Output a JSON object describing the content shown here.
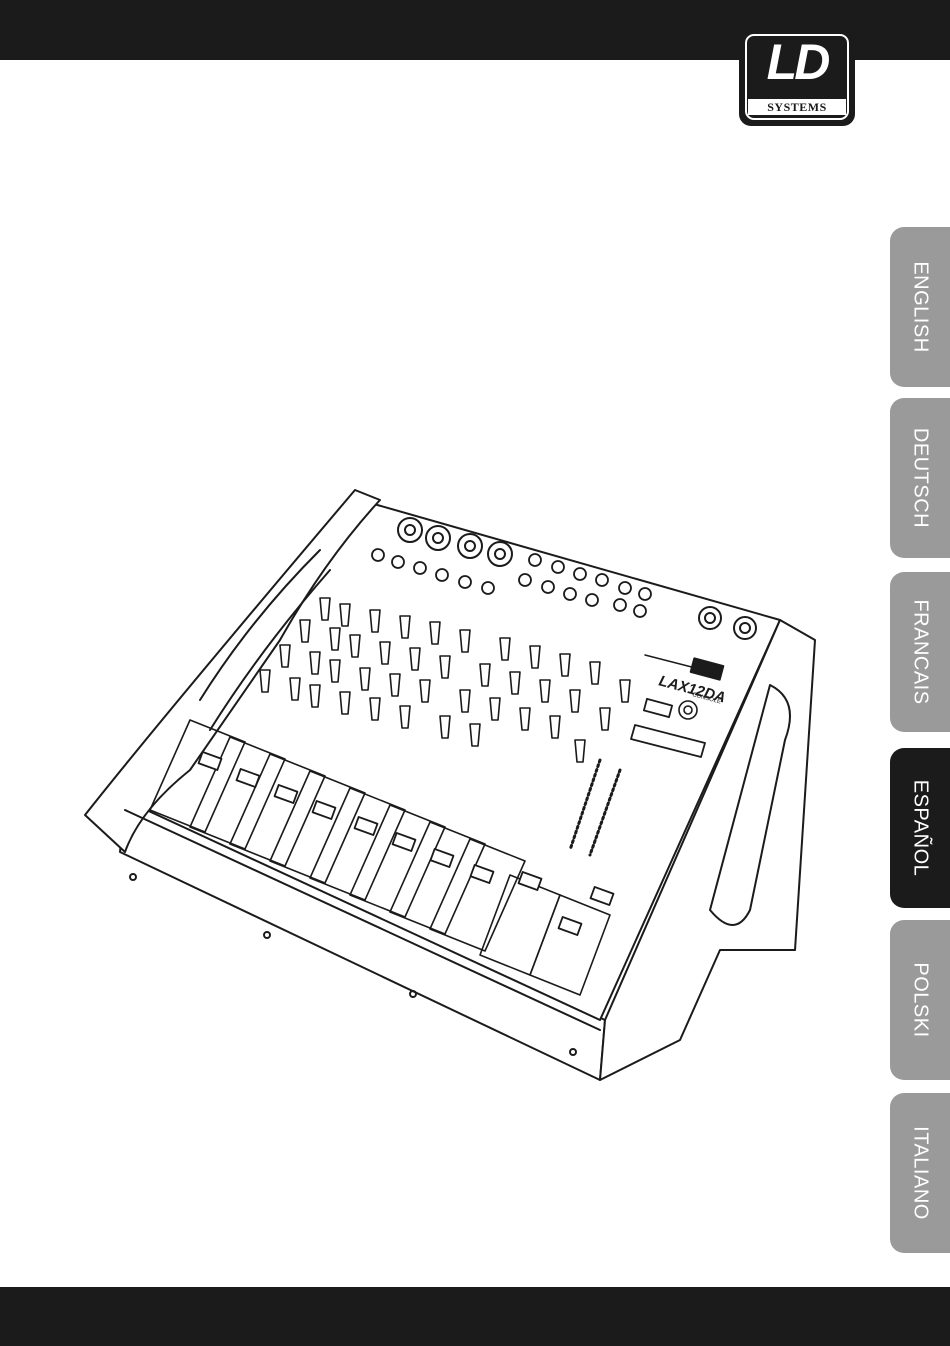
{
  "brand": {
    "logo_text": "LD",
    "logo_subtext": "SYSTEMS"
  },
  "illustration": {
    "model_label": "LAX12DA",
    "console_label": "CONSOLE"
  },
  "language_tabs": [
    {
      "label": "ENGLISH",
      "active": false
    },
    {
      "label": "DEUTSCH",
      "active": false
    },
    {
      "label": "FRANCAIS",
      "active": false
    },
    {
      "label": "ESPAÑOL",
      "active": true
    },
    {
      "label": "POLSKI",
      "active": false
    },
    {
      "label": "ITALIANO",
      "active": false
    }
  ],
  "colors": {
    "bar": "#1b1b1b",
    "tab_inactive": "#9a9a9a",
    "tab_active": "#1b1b1b"
  }
}
